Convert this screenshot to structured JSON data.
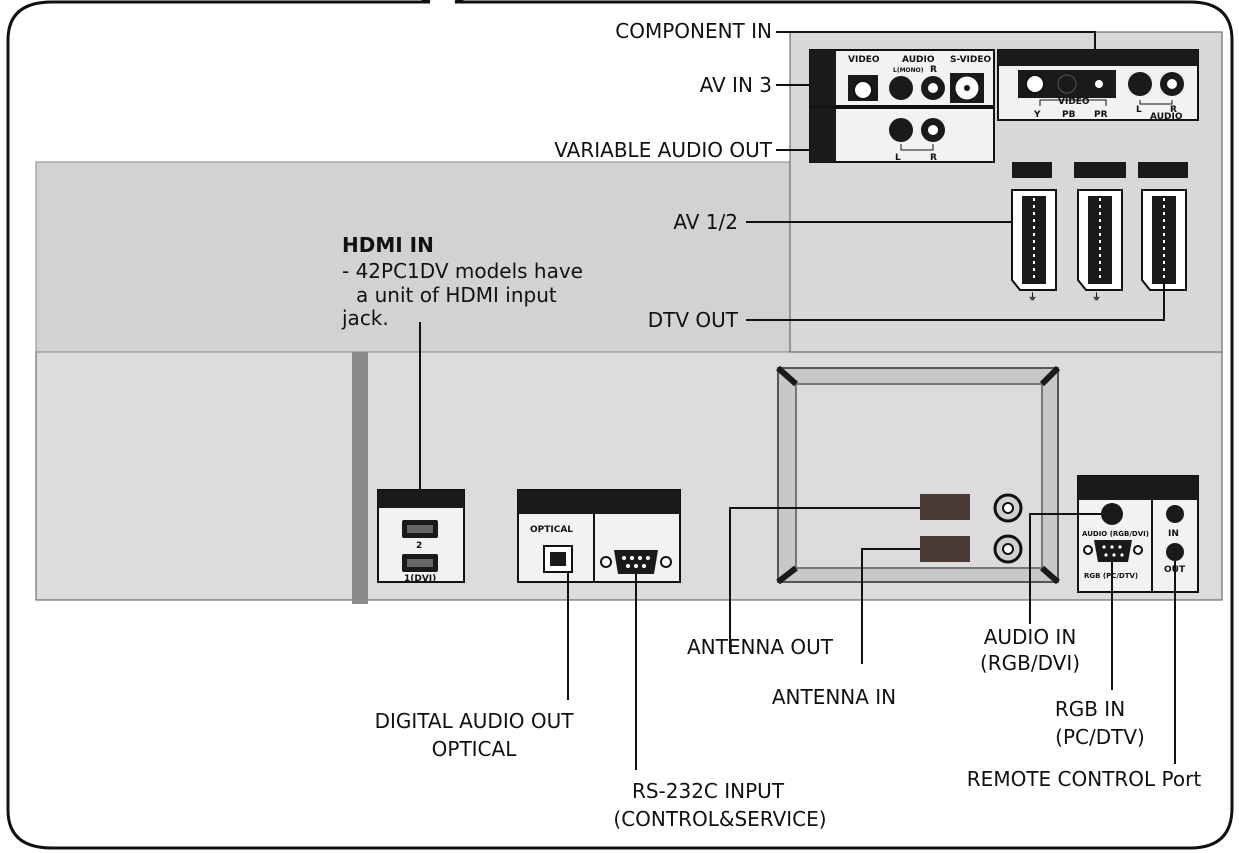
{
  "labels": {
    "component_in": "COMPONENT IN",
    "av_in_3": "AV IN 3",
    "variable_audio_out": "VARIABLE AUDIO OUT",
    "av_1_2": "AV 1/2",
    "dtv_out": "DTV OUT",
    "hdmi_in_title": "HDMI IN",
    "hdmi_note_line1": "- 42PC1DV models have",
    "hdmi_note_line2": "a  unit  of  HDMI  input",
    "hdmi_note_line3": "jack.",
    "antenna_out": "ANTENNA OUT",
    "antenna_in": "ANTENNA IN",
    "audio_in_line1": "AUDIO IN",
    "audio_in_line2": "(RGB/DVI)",
    "rgb_in_line1": "RGB IN",
    "rgb_in_line2": "(PC/DTV)",
    "remote_control_port": "REMOTE CONTROL Port",
    "digital_audio_line1": "DIGITAL AUDIO OUT",
    "digital_audio_line2": "OPTICAL",
    "rs232_line1": "RS-232C INPUT",
    "rs232_line2": "(CONTROL&SERVICE)"
  },
  "panel": {
    "video": "VIDEO",
    "audio": "AUDIO",
    "l_mono": "L(MONO)",
    "r": "R",
    "s_video": "S-VIDEO",
    "l": "L",
    "video_bracket": "VIDEO",
    "y": "Y",
    "pb": "PB",
    "pr": "PR",
    "audio_small": "AUDIO",
    "hdmi_2": "2",
    "hdmi_1": "1(DVI)",
    "optical": "OPTICAL",
    "audio_rgb_dvi": "AUDIO (RGB/DVI)",
    "rgb_pc_dtv": "RGB (PC/DTV)",
    "in": "IN",
    "out": "OUT"
  },
  "colors": {
    "panel_fill": "#d4d4d4",
    "back_fill": "#dcdcdc",
    "dark": "#1a1a1a",
    "connector_fill": "#ffffff"
  }
}
